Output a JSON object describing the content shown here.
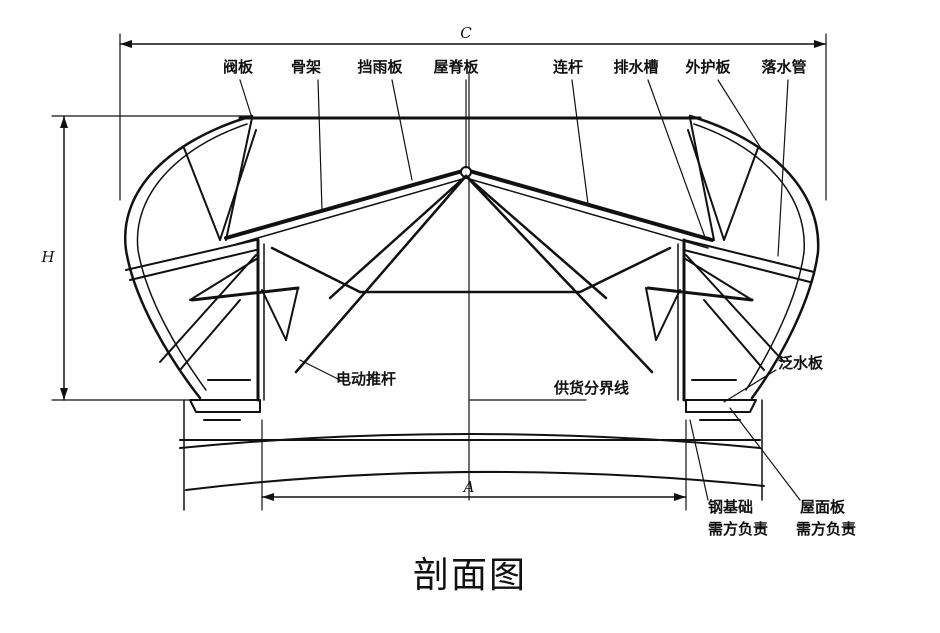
{
  "caption": "剖面图",
  "dimensions": {
    "C": "C",
    "H": "H",
    "A": "A"
  },
  "labels": {
    "fa_ban": "阀板",
    "gu_jia": "骨架",
    "dang_yu_ban": "挡雨板",
    "wu_ji_ban": "屋脊板",
    "lian_gan": "连杆",
    "pai_shui_cao": "排水槽",
    "wai_hu_ban": "外护板",
    "luo_shui_guan": "落水管",
    "dian_dong_tui_gan": "电动推杆",
    "gong_huo_fen_jie_xian": "供货分界线",
    "fan_shui_ban": "泛水板",
    "gang_ji_chu": "钢基础",
    "wu_mian_ban": "屋面板",
    "shu_fang_fu_ze_1": "需方负责",
    "shu_fang_fu_ze_2": "需方负责"
  }
}
